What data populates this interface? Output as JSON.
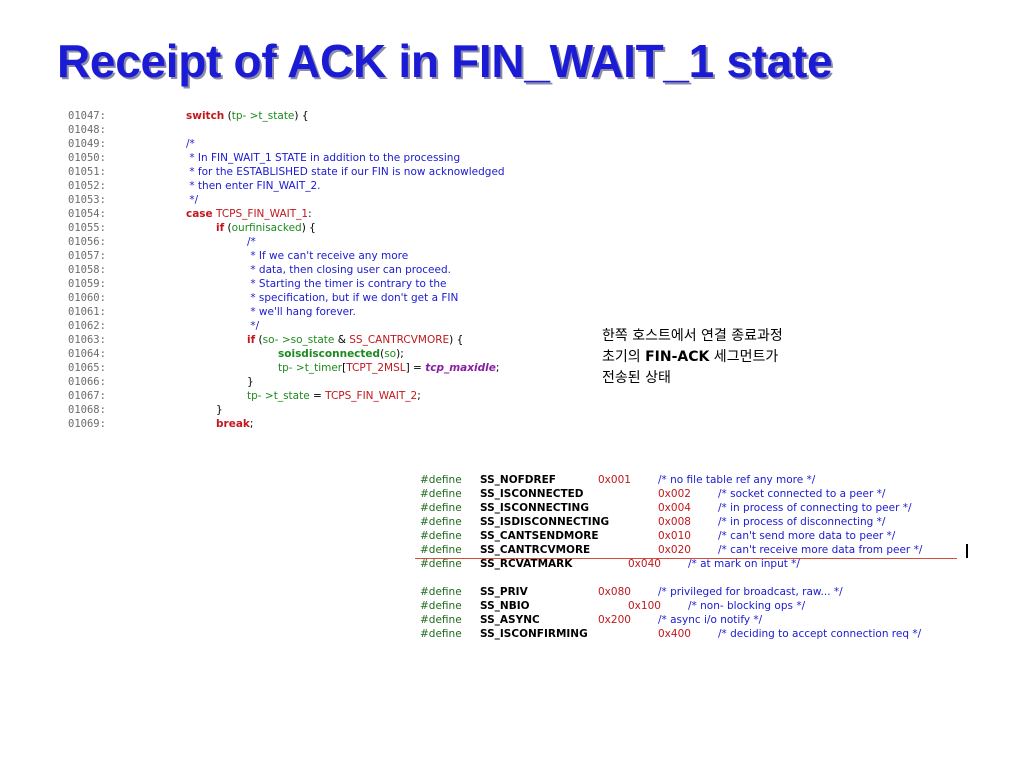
{
  "title": "Receipt of ACK in FIN_WAIT_1 state",
  "code": {
    "lines": [
      {
        "num": "01047:",
        "tokens": [
          {
            "t": "switch",
            "c": "kw"
          },
          {
            "t": " (",
            "c": "pl"
          },
          {
            "t": "tp- >t_state",
            "c": "vr"
          },
          {
            "t": ") {",
            "c": "pl"
          }
        ],
        "indent": 1
      },
      {
        "num": "01048:",
        "tokens": [],
        "indent": 1
      },
      {
        "num": "01049:",
        "tokens": [
          {
            "t": "/*",
            "c": "cm"
          }
        ],
        "indent": 1
      },
      {
        "num": "01050:",
        "tokens": [
          {
            "t": " * In FIN_WAIT_1 STATE in addition to the processing",
            "c": "cm"
          }
        ],
        "indent": 1
      },
      {
        "num": "01051:",
        "tokens": [
          {
            "t": " * for the ESTABLISHED state if our FIN is now acknowledged",
            "c": "cm"
          }
        ],
        "indent": 1
      },
      {
        "num": "01052:",
        "tokens": [
          {
            "t": " * then enter FIN_WAIT_2.",
            "c": "cm"
          }
        ],
        "indent": 1
      },
      {
        "num": "01053:",
        "tokens": [
          {
            "t": " */",
            "c": "cm"
          }
        ],
        "indent": 1
      },
      {
        "num": "01054:",
        "tokens": [
          {
            "t": "case",
            "c": "kw"
          },
          {
            "t": " TCPS_FIN_WAIT_1",
            "c": "cn"
          },
          {
            "t": ":",
            "c": "pl"
          }
        ],
        "indent": 1
      },
      {
        "num": "01055:",
        "tokens": [
          {
            "t": "if",
            "c": "kw"
          },
          {
            "t": " (",
            "c": "pl"
          },
          {
            "t": "ourfinisacked",
            "c": "vr"
          },
          {
            "t": ") {",
            "c": "pl"
          }
        ],
        "indent": 2
      },
      {
        "num": "01056:",
        "tokens": [
          {
            "t": "/*",
            "c": "cm"
          }
        ],
        "indent": 3
      },
      {
        "num": "01057:",
        "tokens": [
          {
            "t": " * If we can't receive any more",
            "c": "cm"
          }
        ],
        "indent": 3
      },
      {
        "num": "01058:",
        "tokens": [
          {
            "t": " * data, then closing user can proceed.",
            "c": "cm"
          }
        ],
        "indent": 3
      },
      {
        "num": "01059:",
        "tokens": [
          {
            "t": " * Starting the timer is contrary to the",
            "c": "cm"
          }
        ],
        "indent": 3
      },
      {
        "num": "01060:",
        "tokens": [
          {
            "t": " * specification, but if we don't get a FIN",
            "c": "cm"
          }
        ],
        "indent": 3
      },
      {
        "num": "01061:",
        "tokens": [
          {
            "t": " * we'll hang forever.",
            "c": "cm"
          }
        ],
        "indent": 3
      },
      {
        "num": "01062:",
        "tokens": [
          {
            "t": " */",
            "c": "cm"
          }
        ],
        "indent": 3
      },
      {
        "num": "01063:",
        "tokens": [
          {
            "t": "if",
            "c": "kw"
          },
          {
            "t": " (",
            "c": "pl"
          },
          {
            "t": "so- >so_state",
            "c": "vr"
          },
          {
            "t": " & ",
            "c": "pl"
          },
          {
            "t": "SS_CANTRCVMORE",
            "c": "cn"
          },
          {
            "t": ") {",
            "c": "pl"
          }
        ],
        "indent": 3
      },
      {
        "num": "01064:",
        "tokens": [
          {
            "t": "soisdisconnected",
            "c": "fn"
          },
          {
            "t": "(",
            "c": "pl"
          },
          {
            "t": "so",
            "c": "vr"
          },
          {
            "t": ");",
            "c": "pl"
          }
        ],
        "indent": 4
      },
      {
        "num": "01065:",
        "tokens": [
          {
            "t": "tp- >t_timer",
            "c": "vr"
          },
          {
            "t": "[",
            "c": "pl"
          },
          {
            "t": "TCPT_2MSL",
            "c": "cn"
          },
          {
            "t": "] = ",
            "c": "pl"
          },
          {
            "t": "tcp_maxidle",
            "c": "mac"
          },
          {
            "t": ";",
            "c": "pl"
          }
        ],
        "indent": 4
      },
      {
        "num": "01066:",
        "tokens": [
          {
            "t": "}",
            "c": "pl"
          }
        ],
        "indent": 3
      },
      {
        "num": "01067:",
        "tokens": [
          {
            "t": "tp- >t_state",
            "c": "vr"
          },
          {
            "t": " = ",
            "c": "pl"
          },
          {
            "t": "TCPS_FIN_WAIT_2",
            "c": "cn"
          },
          {
            "t": ";",
            "c": "pl"
          }
        ],
        "indent": 3
      },
      {
        "num": "01068:",
        "tokens": [
          {
            "t": "}",
            "c": "pl"
          }
        ],
        "indent": 2
      },
      {
        "num": "01069:",
        "tokens": [
          {
            "t": "break",
            "c": "kw"
          },
          {
            "t": ";",
            "c": "pl"
          }
        ],
        "indent": 2
      }
    ]
  },
  "note": {
    "line1": "한쪽 호스트에서 연결 종료과정",
    "line2_pre": "초기의 ",
    "line2_bold": "FIN-ACK",
    "line2_post": " 세그먼트가",
    "line3": "전송된 상태"
  },
  "defines": {
    "keyword": "#define",
    "rows": [
      {
        "name": "SS_NOFDREF",
        "hex": "0x001",
        "comment": "/* no file table ref any more */",
        "hexcol": 1
      },
      {
        "name": "SS_ISCONNECTED",
        "hex": "0x002",
        "comment": "/* socket connected to a peer */",
        "hexcol": 2
      },
      {
        "name": "SS_ISCONNECTING",
        "hex": "0x004",
        "comment": "/* in process of connecting to peer */",
        "hexcol": 2
      },
      {
        "name": "SS_ISDISCONNECTING",
        "hex": "0x008",
        "comment": "/* in process of disconnecting */",
        "hexcol": 2
      },
      {
        "name": "SS_CANTSENDMORE",
        "hex": "0x010",
        "comment": "/* can't send more data to peer */",
        "hexcol": 2
      },
      {
        "name": "SS_CANTRCVMORE",
        "hex": "0x020",
        "comment": "/* can't receive more data from peer */",
        "hexcol": 2
      },
      {
        "name": "SS_RCVATMARK",
        "hex": "0x040",
        "comment": "/* at mark on input */",
        "hexcol": 3
      },
      {
        "blank": true
      },
      {
        "name": "SS_PRIV",
        "hex": "0x080",
        "comment": "/* privileged for broadcast, raw... */",
        "hexcol": 1
      },
      {
        "name": "SS_NBIO",
        "hex": "0x100",
        "comment": "/* non- blocking ops */",
        "hexcol": 3
      },
      {
        "name": "SS_ASYNC",
        "hex": "0x200",
        "comment": "/* async i/o notify */",
        "hexcol": 1
      },
      {
        "name": "SS_ISCONFIRMING",
        "hex": "0x400",
        "comment": "/* deciding to accept connection req */",
        "hexcol": 2
      }
    ]
  }
}
